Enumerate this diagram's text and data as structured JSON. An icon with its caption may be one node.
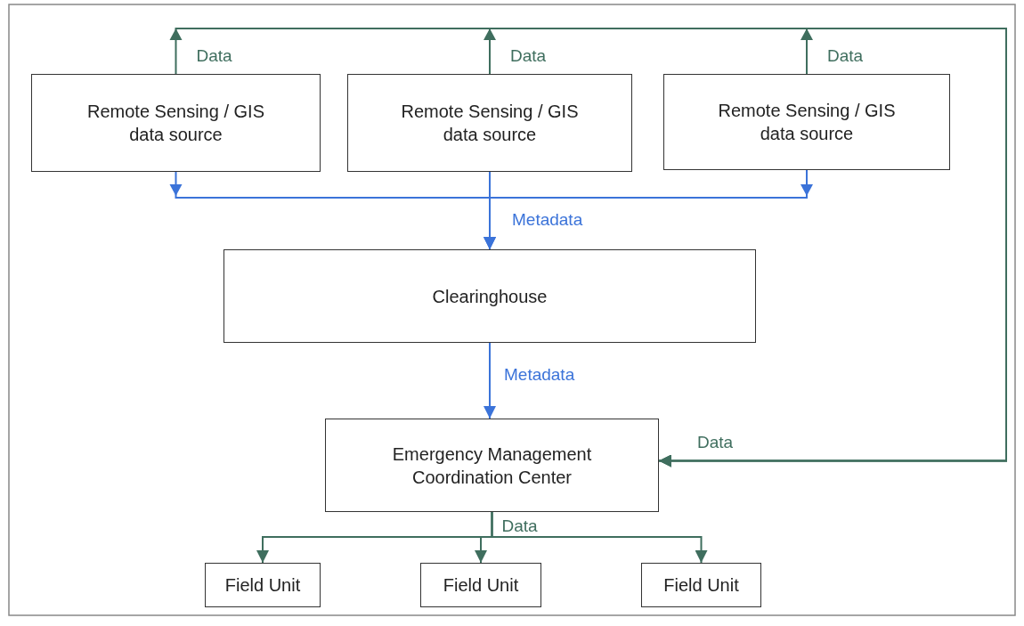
{
  "diagram": {
    "nodes": [
      {
        "text": [
          "Remote Sensing / GIS data source"
        ]
      },
      {
        "text": [
          "Remote Sensing / GIS data source"
        ]
      },
      {
        "text": [
          "Remote Sensing / GIS data source"
        ]
      },
      {
        "text": [
          "Clearinghouse"
        ]
      },
      {
        "text": [
          "Emergency Management Coordination Center"
        ]
      },
      {
        "text": [
          "Field Unit"
        ]
      },
      {
        "text": [
          "Field Unit"
        ]
      },
      {
        "text": [
          "Field Unit"
        ]
      }
    ],
    "edges": [
      {
        "from": 0,
        "to": 4,
        "arrow": "to",
        "label": "Data"
      },
      {
        "from": 1,
        "to": 4,
        "arrow": "to",
        "label": "Data"
      },
      {
        "from": 2,
        "to": 4,
        "arrow": "to",
        "label": "Data"
      },
      {
        "from": 0,
        "to": 3,
        "arrow": "to",
        "color": "#3b73d9"
      },
      {
        "from": 1,
        "to": 3,
        "arrow": "to",
        "label": "Metadata",
        "color": "#3b73d9"
      },
      {
        "from": 2,
        "to": 3,
        "arrow": "to",
        "color": "#3b73d9"
      },
      {
        "from": 3,
        "to": 4,
        "arrow": "to",
        "label": "Metadata",
        "color": "#3b73d9"
      },
      {
        "from": 4,
        "to": 5,
        "arrow": "to"
      },
      {
        "from": 4,
        "to": 6,
        "arrow": "to",
        "label": "Data"
      },
      {
        "from": 4,
        "to": 7,
        "arrow": "to"
      }
    ],
    "labels": [
      "Data"
    ]
  }
}
